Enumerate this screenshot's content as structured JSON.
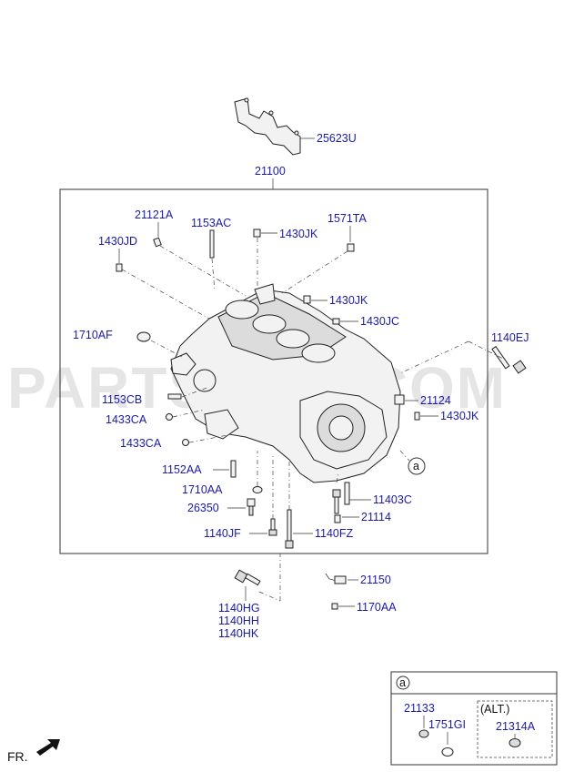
{
  "watermark": "PARTSOUQ.COM",
  "callouts": {
    "p25623U": "25623U",
    "p21100": "21100",
    "p21121A": "21121A",
    "p1153AC": "1153AC",
    "p1571TA": "1571TA",
    "p1430JD": "1430JD",
    "p1430JK_a": "1430JK",
    "p1430JK_b": "1430JK",
    "p1430JC": "1430JC",
    "p1710AF": "1710AF",
    "p1140EJ": "1140EJ",
    "p1153CB": "1153CB",
    "p21124": "21124",
    "p1433CA_a": "1433CA",
    "p1430JK_c": "1430JK",
    "p1433CA_b": "1433CA",
    "p1152AA": "1152AA",
    "p1710AA": "1710AA",
    "p11403C": "11403C",
    "p26350": "26350",
    "p21114": "21114",
    "p1140JF": "1140JF",
    "p1140FZ": "1140FZ",
    "p21150": "21150",
    "p1170AA": "1170AA",
    "p1140HG": "1140HG",
    "p1140HH": "1140HH",
    "p1140HK": "1140HK"
  },
  "ref_marker": "a",
  "detail_box": {
    "marker": "a",
    "p21133": "21133",
    "p1751GI": "1751GI",
    "alt_label": "(ALT.)",
    "p21314A": "21314A"
  },
  "front_label": "FR."
}
